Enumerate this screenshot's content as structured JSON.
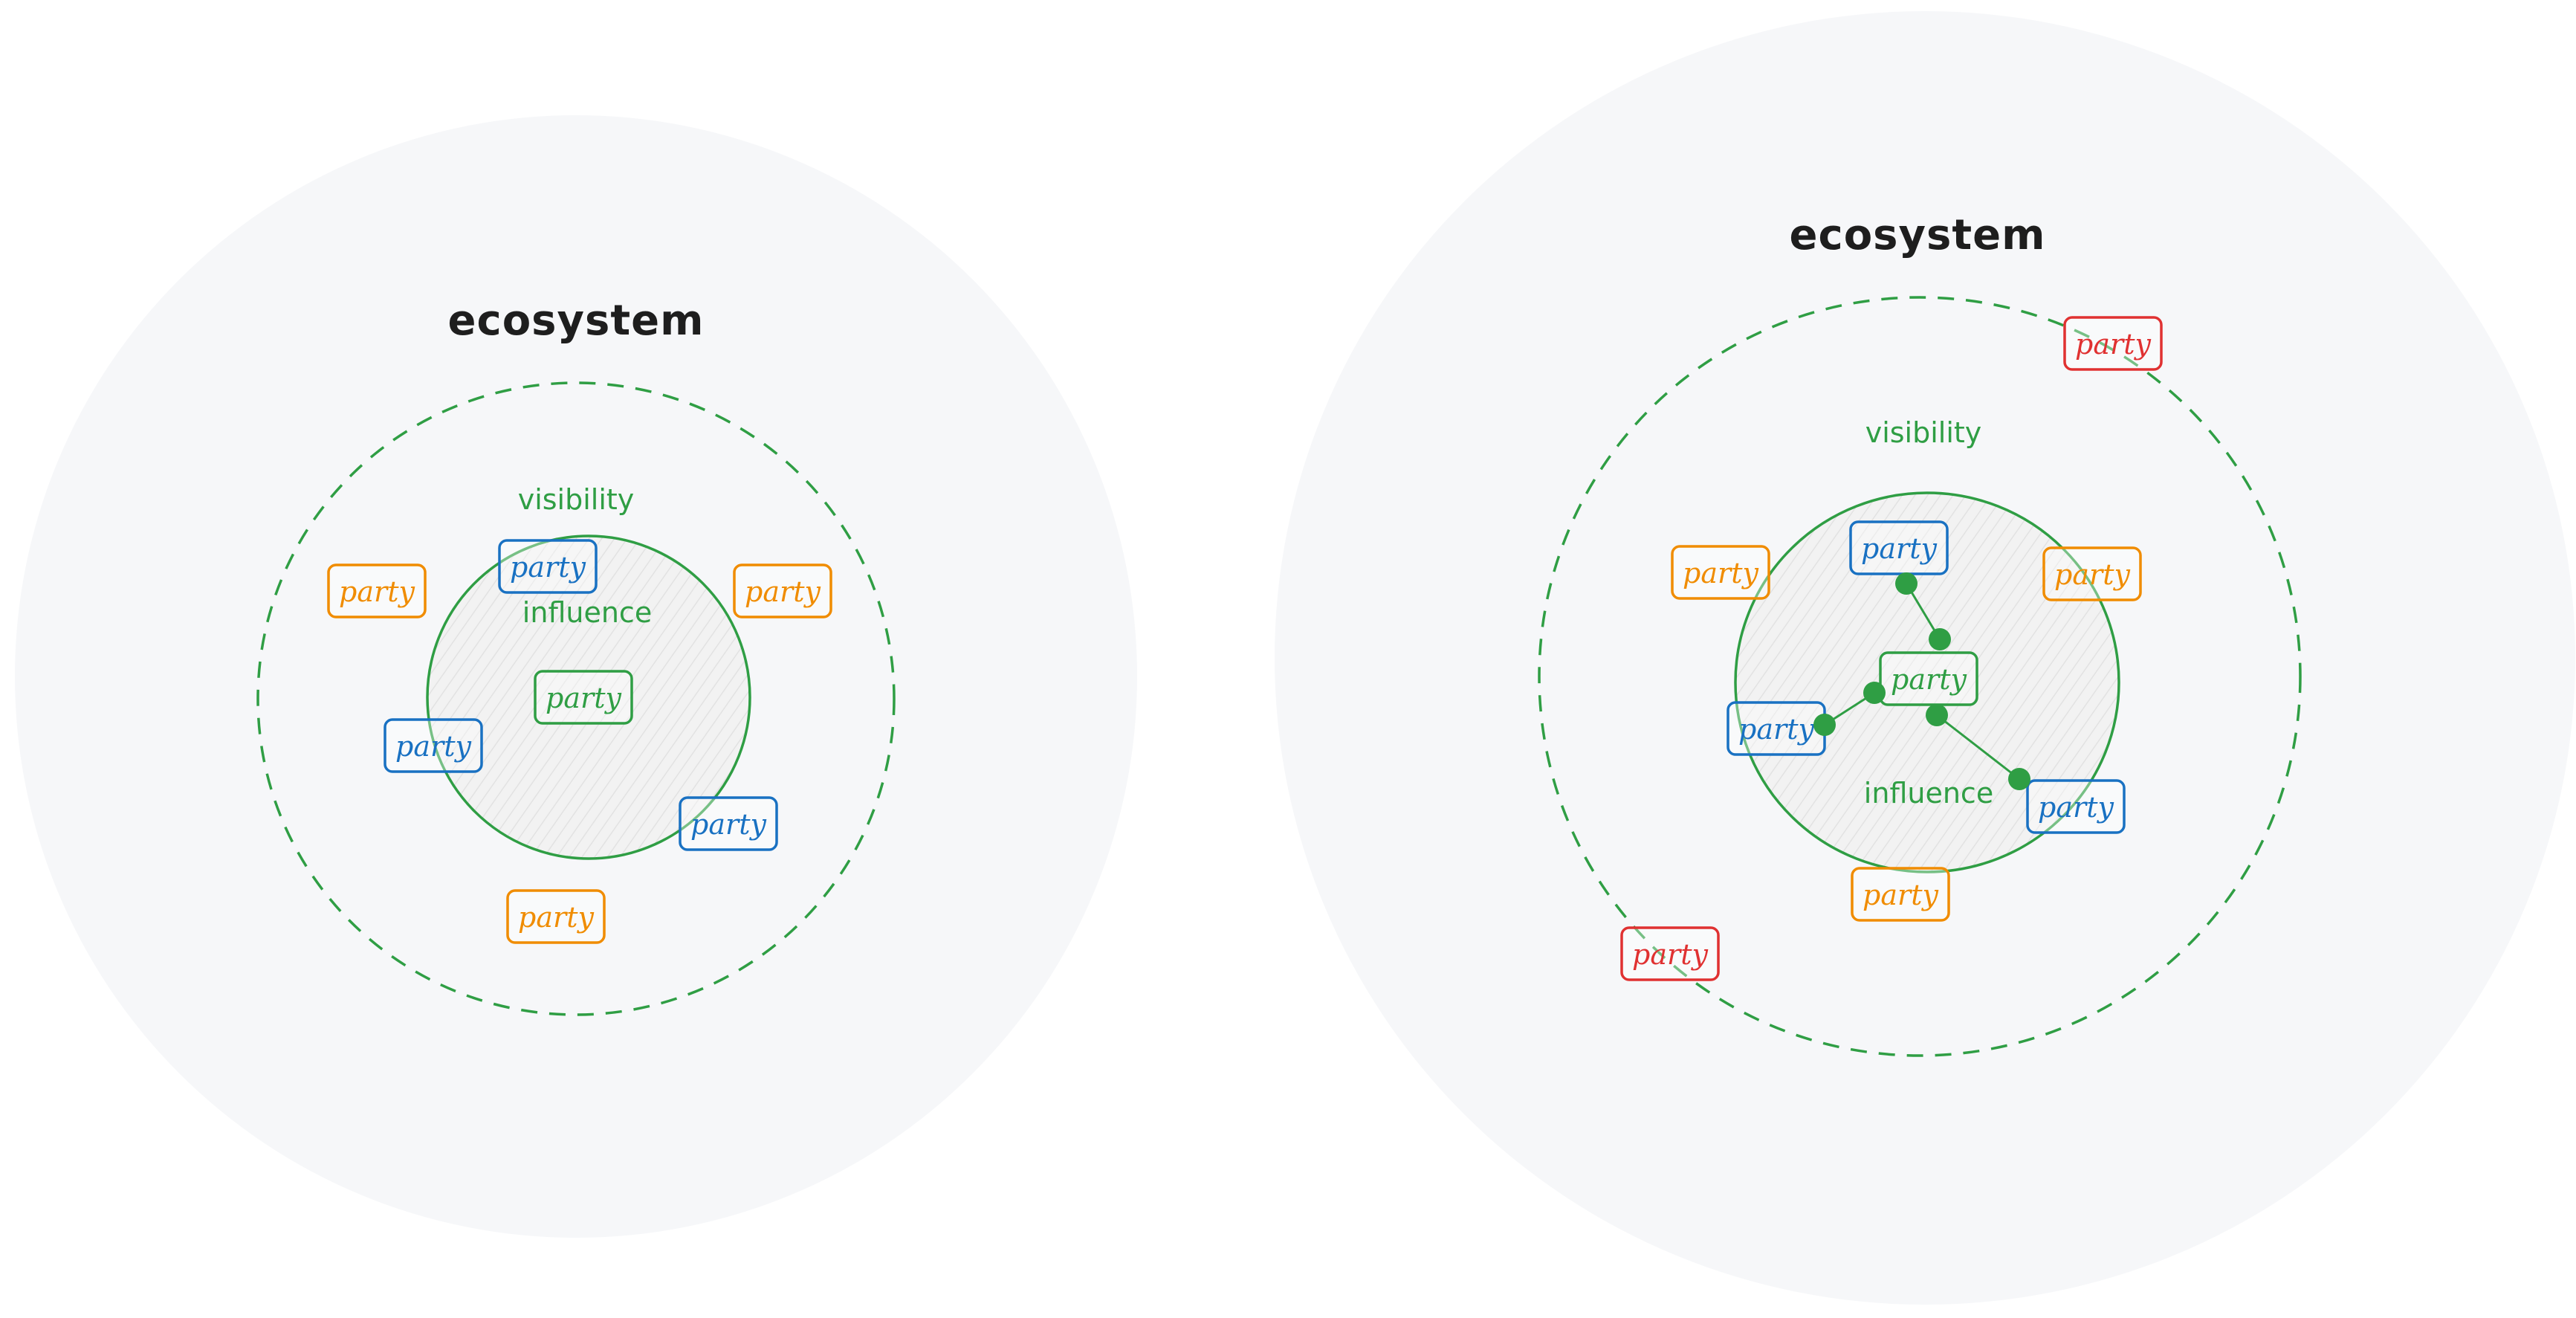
{
  "colors": {
    "ecosystem_fill": "#f6f7f9",
    "ecosystem_text": "#1e1e1e",
    "visibility": "#2f9e44",
    "influence_fill": "#efefef",
    "party_blue": "#1971c2",
    "party_orange": "#f08c00",
    "party_green": "#2f9e44",
    "party_red": "#e03131",
    "connector_dot": "#2f9e44"
  },
  "diagrams": [
    {
      "id": "left",
      "ecosystem_label": "ecosystem",
      "visibility_label": "visibility",
      "influence_label": "influence",
      "parties": [
        {
          "label": "party",
          "kind": "blue"
        },
        {
          "label": "party",
          "kind": "orange"
        },
        {
          "label": "party",
          "kind": "orange"
        },
        {
          "label": "party",
          "kind": "green"
        },
        {
          "label": "party",
          "kind": "blue"
        },
        {
          "label": "party",
          "kind": "blue"
        },
        {
          "label": "party",
          "kind": "orange"
        }
      ]
    },
    {
      "id": "right",
      "ecosystem_label": "ecosystem",
      "visibility_label": "visibility",
      "influence_label": "influence",
      "parties": [
        {
          "label": "party",
          "kind": "red"
        },
        {
          "label": "party",
          "kind": "blue"
        },
        {
          "label": "party",
          "kind": "orange"
        },
        {
          "label": "party",
          "kind": "orange"
        },
        {
          "label": "party",
          "kind": "green"
        },
        {
          "label": "party",
          "kind": "blue"
        },
        {
          "label": "party",
          "kind": "blue"
        },
        {
          "label": "party",
          "kind": "orange"
        },
        {
          "label": "party",
          "kind": "red"
        }
      ]
    }
  ]
}
